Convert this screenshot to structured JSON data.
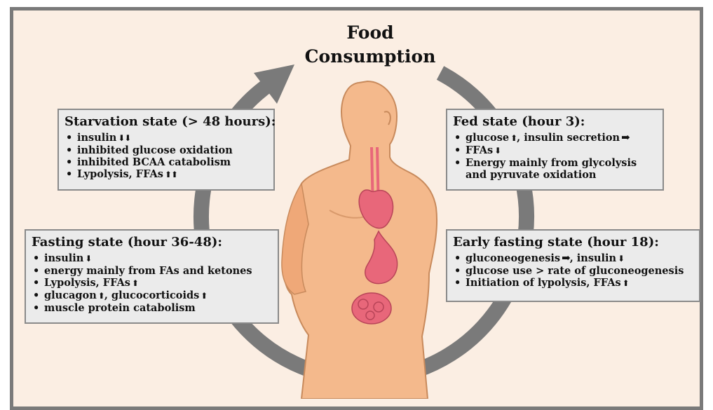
{
  "title": {
    "line1": "Food",
    "line2": "Consumption"
  },
  "colors": {
    "background": "#fbeee3",
    "frame": "#7a7a7a",
    "cycle": "#7a7a7a",
    "box": "#ebebeb",
    "skin": "#f4b98c",
    "organs": "#e8677a"
  },
  "boxes": {
    "starvation": {
      "header": "Starvation state (> 48 hours):",
      "items": [
        {
          "text": "insulin",
          "arrow": "⬇⬇"
        },
        {
          "text": "inhibited glucose oxidation",
          "arrow": ""
        },
        {
          "text": "inhibited BCAA catabolism",
          "arrow": ""
        },
        {
          "text": "Lypolysis, FFAs",
          "arrow": "⬆⬆"
        }
      ]
    },
    "fed": {
      "header": "Fed state (hour 3):",
      "items": [
        {
          "pre": "glucose",
          "pre_arrow": "⬆",
          "text": ", insulin secretion",
          "arrow": "➡"
        },
        {
          "text": "FFAs",
          "arrow": "⬇"
        },
        {
          "text": "Energy mainly from glycolysis and pyruvate oxidation",
          "arrow": ""
        }
      ]
    },
    "fasting": {
      "header": "Fasting state (hour 36-48):",
      "items": [
        {
          "text": "insulin",
          "arrow": "⬇"
        },
        {
          "text": "energy mainly from FAs and ketones",
          "arrow": ""
        },
        {
          "text": "Lypolysis, FFAs",
          "arrow": "⬆"
        },
        {
          "pre": "glucagon",
          "pre_arrow": "⬆",
          "text": ", glucocorticoids",
          "arrow": "⬆"
        },
        {
          "text": "muscle protein catabolism",
          "arrow": ""
        }
      ]
    },
    "early_fasting": {
      "header": "Early fasting state (hour 18):",
      "items": [
        {
          "pre": "gluconeogenesis",
          "pre_arrow": "➡",
          "text": ", insulin",
          "arrow": "⬇"
        },
        {
          "text": "glucose use > rate of gluconeogenesis",
          "arrow": ""
        },
        {
          "text": "Initiation of lypolysis, FFAs",
          "arrow": "⬆"
        }
      ]
    }
  }
}
